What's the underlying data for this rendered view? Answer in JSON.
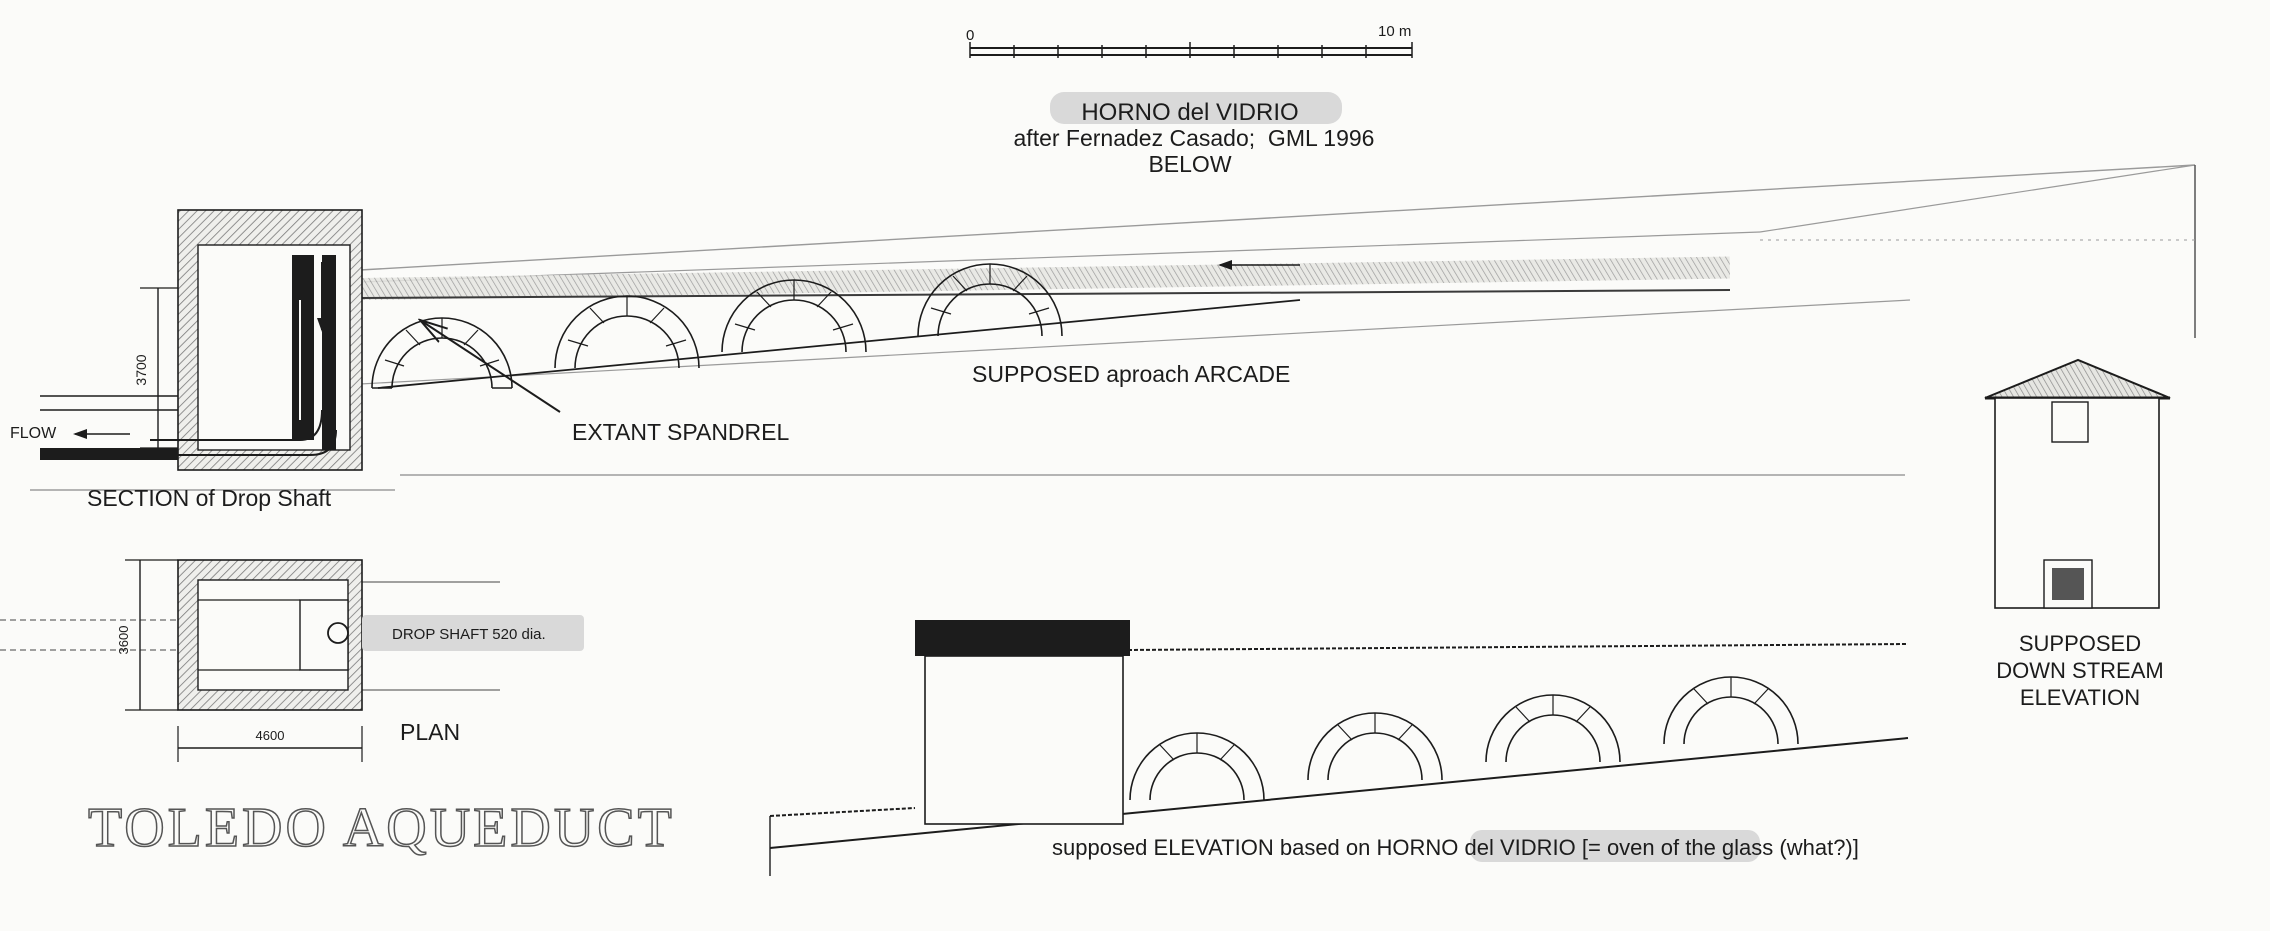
{
  "scale_bar": {
    "start": "0",
    "end": "10 m"
  },
  "header": {
    "title": "HORNO del VIDRIO",
    "credit": "after Fernadez Casado;  GML 1996",
    "subtitle": "BELOW"
  },
  "section": {
    "caption": "SECTION of Drop Shaft",
    "height_dim": "3700",
    "flow_label": "FLOW"
  },
  "plan": {
    "caption": "PLAN",
    "width_dim": "4600",
    "height_dim": "3600",
    "shaft_label": "DROP SHAFT 520 dia."
  },
  "approach": {
    "arcade_label": "SUPPOSED aproach ARCADE",
    "spandrel_label": "EXTANT SPANDREL"
  },
  "downstream": {
    "line1": "SUPPOSED",
    "line2": "DOWN STREAM",
    "line3": "ELEVATION"
  },
  "elevation": {
    "caption_prefix": "supposed ELEVATION based on ",
    "caption_highlight": "HORNO del VIDRIO",
    "caption_suffix": " [= oven of the glass (what?)]"
  },
  "main_title": "TOLEDO AQUEDUCT",
  "colors": {
    "ink": "#1c1c1c",
    "hatch": "#7a7a7a",
    "highlight": "#d9d9d9",
    "paper": "#fbfbf9"
  }
}
